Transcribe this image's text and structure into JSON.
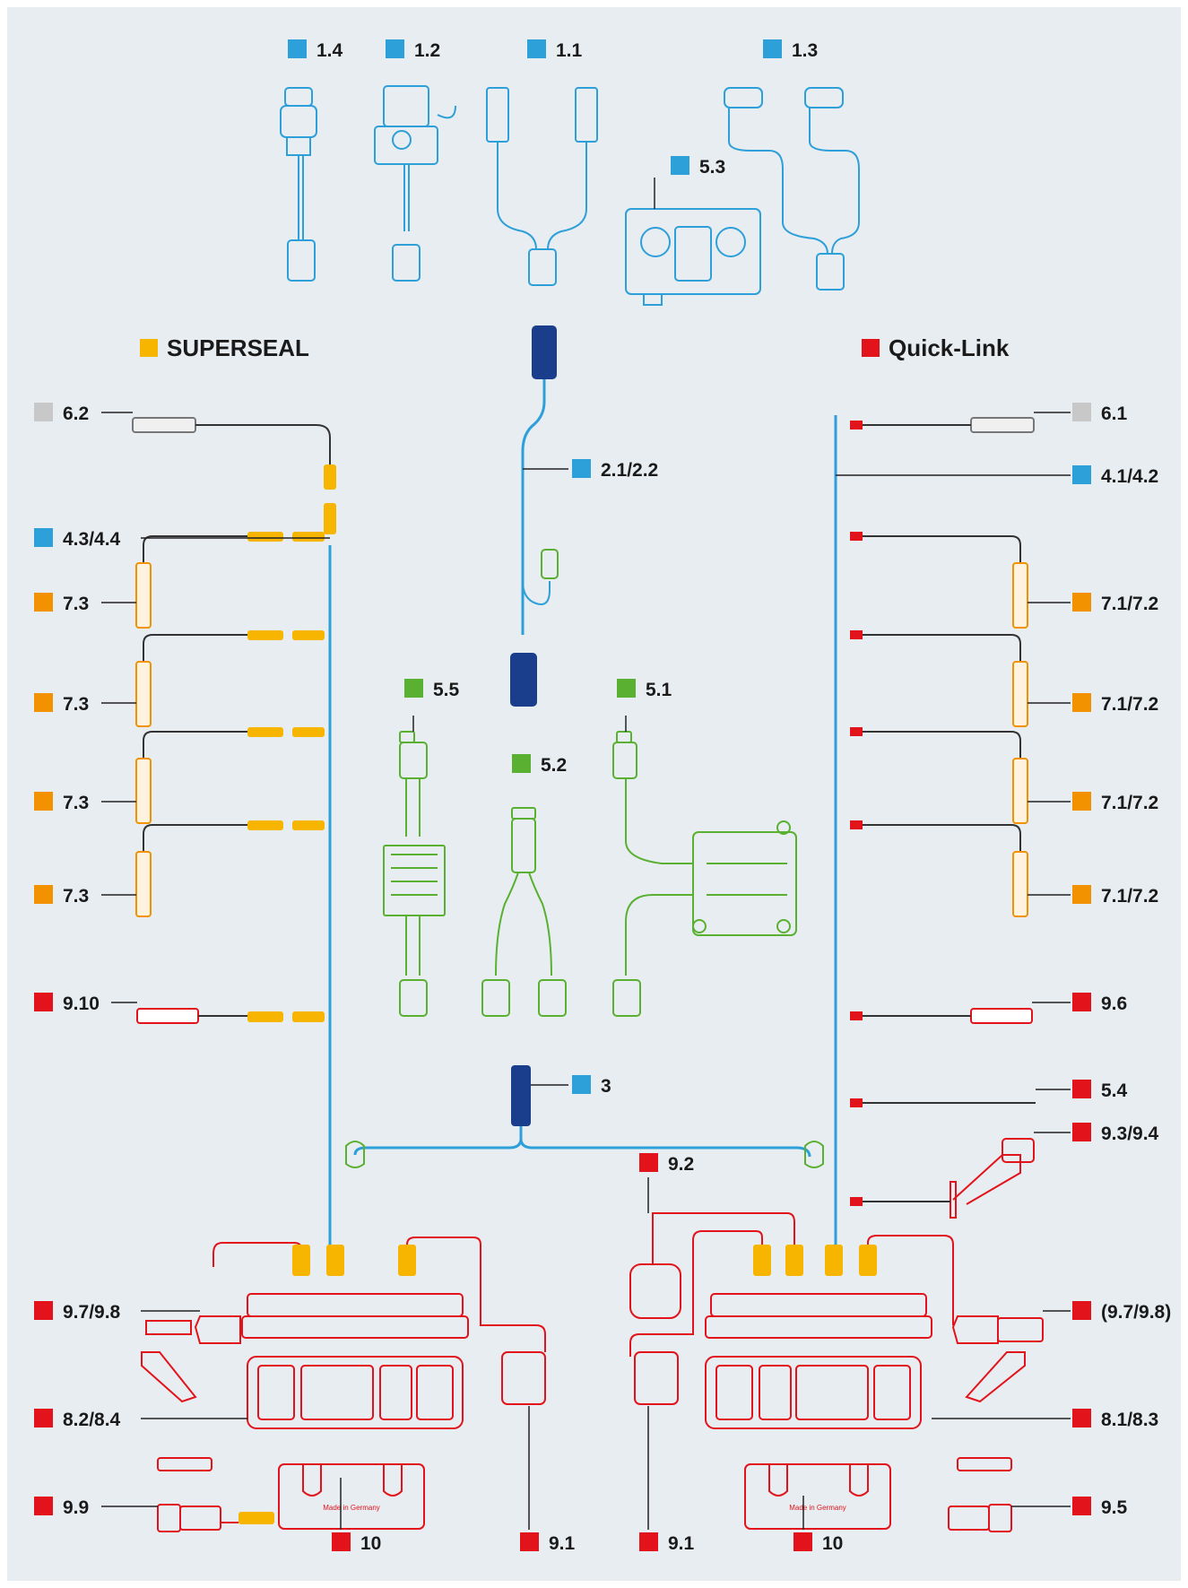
{
  "colors": {
    "background": "#e8edf1",
    "cable_blue": "#2d9fd9",
    "connector_navy": "#1b3e8c",
    "superseal_yellow": "#f7b500",
    "module_orange": "#f39200",
    "light_red": "#e2131b",
    "grey": "#c8c8c8",
    "green": "#5ab031",
    "line_dark": "#333333"
  },
  "legend": {
    "superseal": "SUPERSEAL",
    "quicklink": "Quick-Link"
  },
  "top_components": [
    {
      "id": "1.4",
      "label": "1.4",
      "color": "blue"
    },
    {
      "id": "1.2",
      "label": "1.2",
      "color": "blue"
    },
    {
      "id": "1.1",
      "label": "1.1",
      "color": "blue"
    },
    {
      "id": "1.3",
      "label": "1.3",
      "color": "blue"
    },
    {
      "id": "5.3",
      "label": "5.3",
      "color": "blue"
    }
  ],
  "left_labels": [
    {
      "id": "6.2",
      "label": "6.2",
      "color": "grey"
    },
    {
      "id": "4.3/4.4",
      "label": "4.3/4.4",
      "color": "blue"
    },
    {
      "id": "7.3a",
      "label": "7.3",
      "color": "orange"
    },
    {
      "id": "7.3b",
      "label": "7.3",
      "color": "orange"
    },
    {
      "id": "7.3c",
      "label": "7.3",
      "color": "orange"
    },
    {
      "id": "7.3d",
      "label": "7.3",
      "color": "orange"
    },
    {
      "id": "9.10",
      "label": "9.10",
      "color": "red"
    },
    {
      "id": "9.7/9.8",
      "label": "9.7/9.8",
      "color": "red"
    },
    {
      "id": "8.2/8.4",
      "label": "8.2/8.4",
      "color": "red"
    },
    {
      "id": "9.9",
      "label": "9.9",
      "color": "red"
    }
  ],
  "right_labels": [
    {
      "id": "6.1",
      "label": "6.1",
      "color": "grey"
    },
    {
      "id": "4.1/4.2",
      "label": "4.1/4.2",
      "color": "blue"
    },
    {
      "id": "7.1/7.2a",
      "label": "7.1/7.2",
      "color": "orange"
    },
    {
      "id": "7.1/7.2b",
      "label": "7.1/7.2",
      "color": "orange"
    },
    {
      "id": "7.1/7.2c",
      "label": "7.1/7.2",
      "color": "orange"
    },
    {
      "id": "7.1/7.2d",
      "label": "7.1/7.2",
      "color": "orange"
    },
    {
      "id": "9.6",
      "label": "9.6",
      "color": "red"
    },
    {
      "id": "5.4",
      "label": "5.4",
      "color": "red"
    },
    {
      "id": "9.3/9.4",
      "label": "9.3/9.4",
      "color": "red"
    },
    {
      "id": "(9.7/9.8)",
      "label": "(9.7/9.8)",
      "color": "red"
    },
    {
      "id": "8.1/8.3",
      "label": "8.1/8.3",
      "color": "red"
    },
    {
      "id": "9.5",
      "label": "9.5",
      "color": "red"
    }
  ],
  "center_labels": [
    {
      "id": "2.1/2.2",
      "label": "2.1/2.2",
      "color": "blue"
    },
    {
      "id": "5.5",
      "label": "5.5",
      "color": "green"
    },
    {
      "id": "5.2",
      "label": "5.2",
      "color": "green"
    },
    {
      "id": "5.1",
      "label": "5.1",
      "color": "green"
    },
    {
      "id": "3",
      "label": "3",
      "color": "blue"
    },
    {
      "id": "9.2",
      "label": "9.2",
      "color": "red"
    }
  ],
  "bottom_labels": [
    {
      "id": "10a",
      "label": "10",
      "color": "red"
    },
    {
      "id": "9.1a",
      "label": "9.1",
      "color": "red"
    },
    {
      "id": "9.1b",
      "label": "9.1",
      "color": "red"
    },
    {
      "id": "10b",
      "label": "10",
      "color": "red"
    }
  ],
  "lamp_embossing": "Made in Germany"
}
